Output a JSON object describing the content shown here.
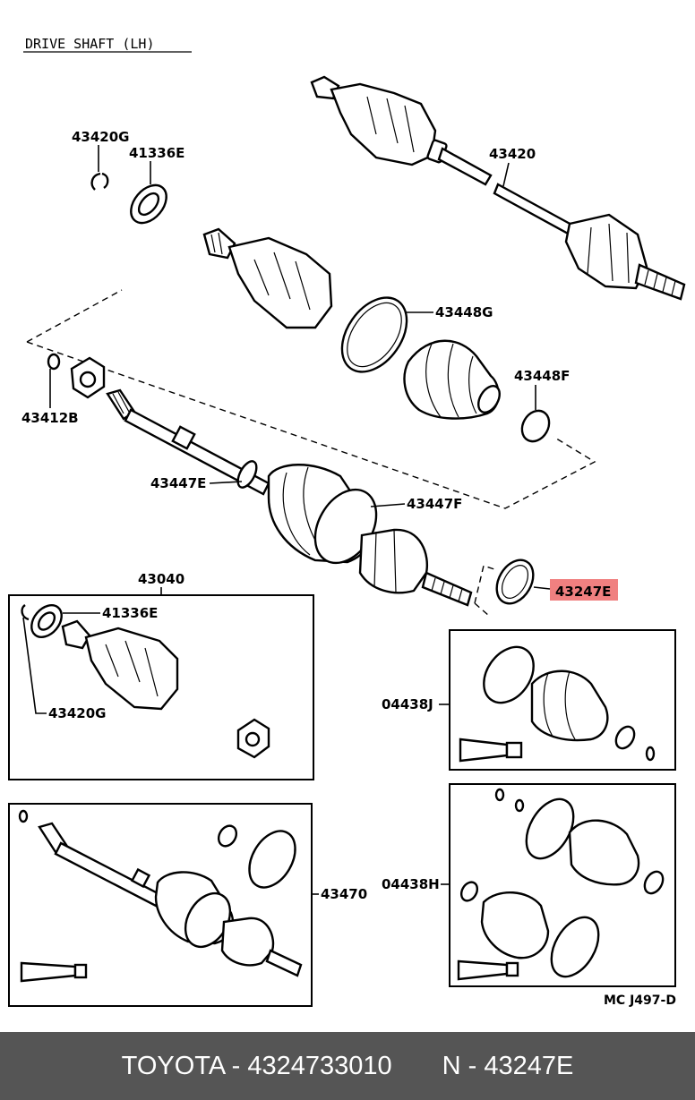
{
  "title": "DRIVE SHAFT (LH)",
  "highlight_color": "#f08080",
  "labels": {
    "p43420G_top": "43420G",
    "p41336E_top": "41336E",
    "p43420": "43420",
    "p43448G": "43448G",
    "p43448F": "43448F",
    "p43412B": "43412B",
    "p43447E": "43447E",
    "p43447F": "43447F",
    "p43247E": "43247E",
    "p43040": "43040",
    "p41336E_box": "41336E",
    "p43420G_box": "43420G",
    "p04438J": "04438J",
    "p04438H": "04438H",
    "p43470": "43470",
    "ref": "MC J497-D"
  },
  "footer": {
    "brand_part": "TOYOTA - 4324733010",
    "ref_part": "N - 43247E"
  }
}
